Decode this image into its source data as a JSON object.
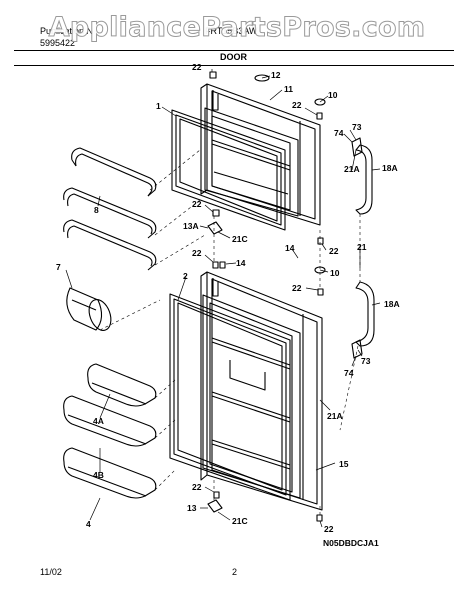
{
  "header": {
    "left_line1": "Publication N",
    "left_line2": "5995422",
    "model": "FRT15B3AW",
    "section": "DOOR"
  },
  "watermark": "AppliancePartsPros.com",
  "callouts": {
    "c22a": "22",
    "c12": "12",
    "c11": "11",
    "c10a": "10",
    "c22b": "22",
    "c1": "1",
    "c74a": "74",
    "c73a": "73",
    "c21a": "21A",
    "c18a": "18A",
    "c8": "8",
    "c22c": "22",
    "c13a": "13A",
    "c21c_a": "21C",
    "c14a": "14",
    "c22d": "22",
    "c22e": "22",
    "c14b": "14",
    "c21": "21",
    "c7": "7",
    "c2": "2",
    "c10b": "10",
    "c22f": "22",
    "c18b": "18A",
    "c73b": "73",
    "c74b": "74",
    "c4a": "4A",
    "c21a_b": "21A",
    "c15": "15",
    "c4b": "4B",
    "c4": "4",
    "c22g": "22",
    "c13": "13",
    "c21c_b": "21C",
    "c22h": "22",
    "drawing_id": "N05DBDCJA1"
  },
  "footer": {
    "date": "11/02",
    "page": "2"
  }
}
